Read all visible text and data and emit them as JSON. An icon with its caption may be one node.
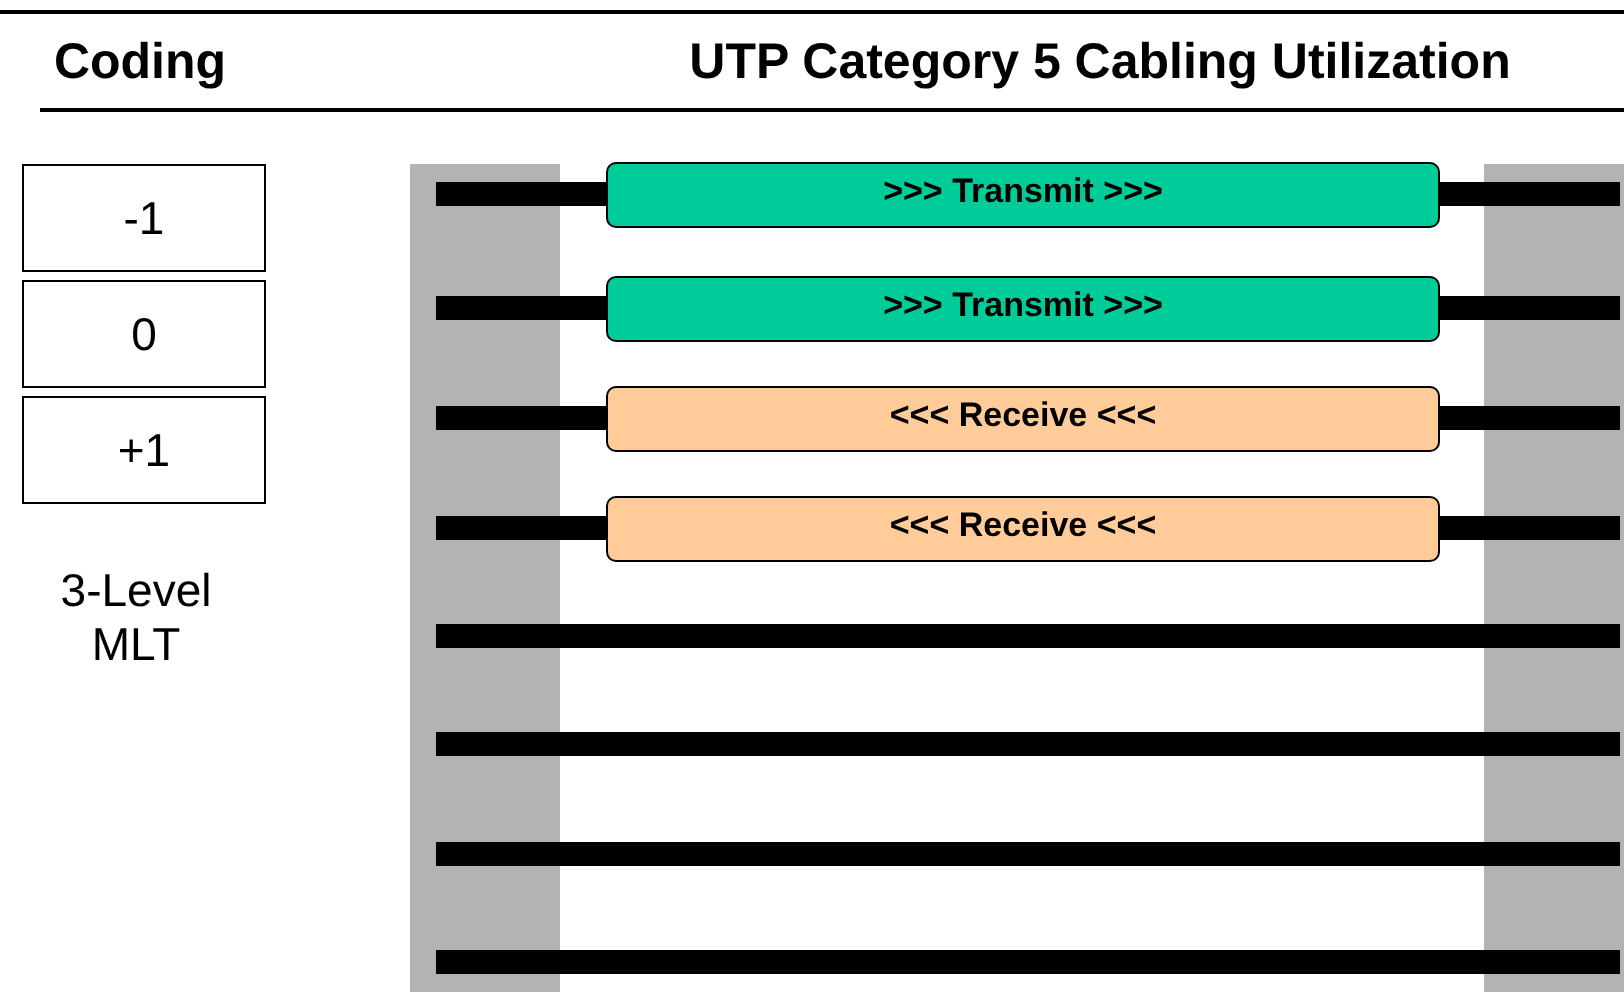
{
  "diagram": {
    "title": "UTP Category 5 Cabling Utilization",
    "nodes": [
      {
        "text": [
          "-1"
        ]
      },
      {
        "text": [
          "0"
        ]
      },
      {
        "text": [
          "+1"
        ]
      },
      {
        "text": [
          ">>> Transmit >>>"
        ]
      },
      {
        "text": [
          ">>> Transmit >>>"
        ]
      },
      {
        "text": [
          "<<< Receive <<<"
        ]
      },
      {
        "text": [
          "<<< Receive <<<"
        ]
      }
    ],
    "labels": [
      "Coding",
      "3-Level MLT"
    ]
  }
}
